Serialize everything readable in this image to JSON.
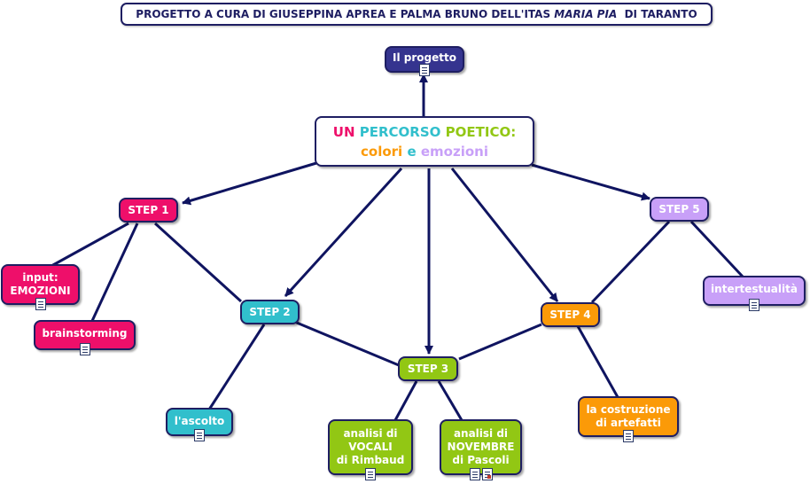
{
  "header": {
    "part1": "PROGETTO A CURA DI GIUSEPPINA APREA E PALMA BRUNO DELL'ITAS ",
    "italic": "MARIA PIA",
    "part2": "  DI TARANTO"
  },
  "center": {
    "word1": "UN",
    "word2": "PERCORSO",
    "word3": "POETICO:",
    "word4": "colori",
    "word5": "e",
    "word6": "emozioni"
  },
  "colors": {
    "navy": "#1e1e62",
    "pink": "#ee0f6a",
    "cyan": "#31bfcc",
    "green": "#92c714",
    "orange": "#fb9a08",
    "lilac": "#c8a0f8",
    "darkblue": "#35348f"
  },
  "nodes": {
    "progetto": {
      "label": "Il progetto",
      "icon": "document-icon"
    },
    "step1": {
      "label": "STEP 1"
    },
    "step2": {
      "label": "STEP 2"
    },
    "step3": {
      "label": "STEP 3"
    },
    "step4": {
      "label": "STEP 4"
    },
    "step5": {
      "label": "STEP 5"
    },
    "input_emozioni": {
      "line1": "input:",
      "line2": "EMOZIONI",
      "icon": "document-icon"
    },
    "brainstorming": {
      "label": "brainstorming",
      "icon": "document-icon"
    },
    "ascolto": {
      "label": "l'ascolto",
      "icon": "document-icon"
    },
    "vocali": {
      "line1": "analisi di",
      "line2": "VOCALI",
      "line3": "di Rimbaud",
      "icon": "document-icon"
    },
    "novembre": {
      "line1": "analisi di",
      "line2": "NOVEMBRE",
      "line3": "di Pascoli",
      "icons": [
        "document-icon",
        "image-document-icon"
      ]
    },
    "artefatti": {
      "line1": "la costruzione",
      "line2": "di artefatti",
      "icon": "document-icon"
    },
    "intertestualita": {
      "label": "intertestualità",
      "icon": "document-icon"
    }
  }
}
